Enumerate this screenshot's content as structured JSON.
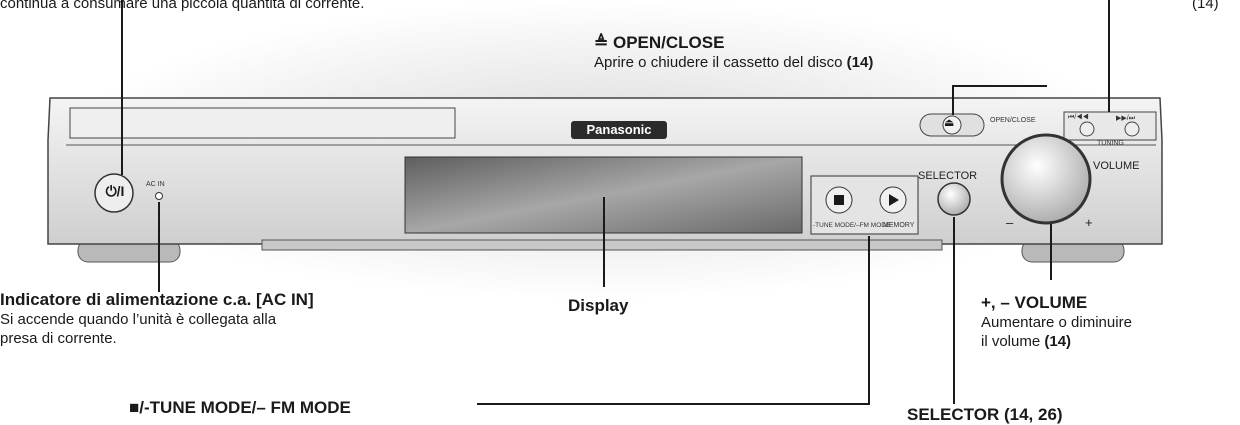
{
  "top_caption": "continua a consumare una piccola quantità di corrente.",
  "brand": "Panasonic",
  "device": {
    "power_symbol": "⏻/I",
    "ac_in": "AC IN",
    "open_close_small": "OPEN/CLOSE",
    "tuning_label": "TUNING",
    "skip_back": "⏮/◀◀",
    "skip_fwd": "▶▶/⏭",
    "stop_label": "-TUNE MODE/–FM MODE",
    "memory_label": "MEMORY",
    "selector_label": "SELECTOR",
    "volume_label": "VOLUME",
    "minus": "–",
    "plus": "+"
  },
  "callouts": {
    "open_close": {
      "title": "≜ OPEN/CLOSE",
      "text": "Aprire o chiudere il cassetto del disco",
      "ref": "(14)"
    },
    "ac_in": {
      "title": "Indicatore di alimentazione c.a. [AC IN]",
      "text1": "Si accende quando l’unità è collegata alla",
      "text2": "presa di corrente."
    },
    "display": {
      "title": "Display"
    },
    "volume": {
      "title": "+, – VOLUME",
      "text1": "Aumentare o diminuire",
      "text2": "il volume",
      "ref": "(14)"
    },
    "tune_mode": {
      "title": "■/-TUNE MODE/– FM MODE"
    },
    "selector": {
      "title": "SELECTOR (14, 26)"
    },
    "top_right": {
      "title": "(14)"
    }
  },
  "colors": {
    "body": "#e6e6e6",
    "display": "#8a8a8a",
    "ink": "#1a1a1a"
  }
}
